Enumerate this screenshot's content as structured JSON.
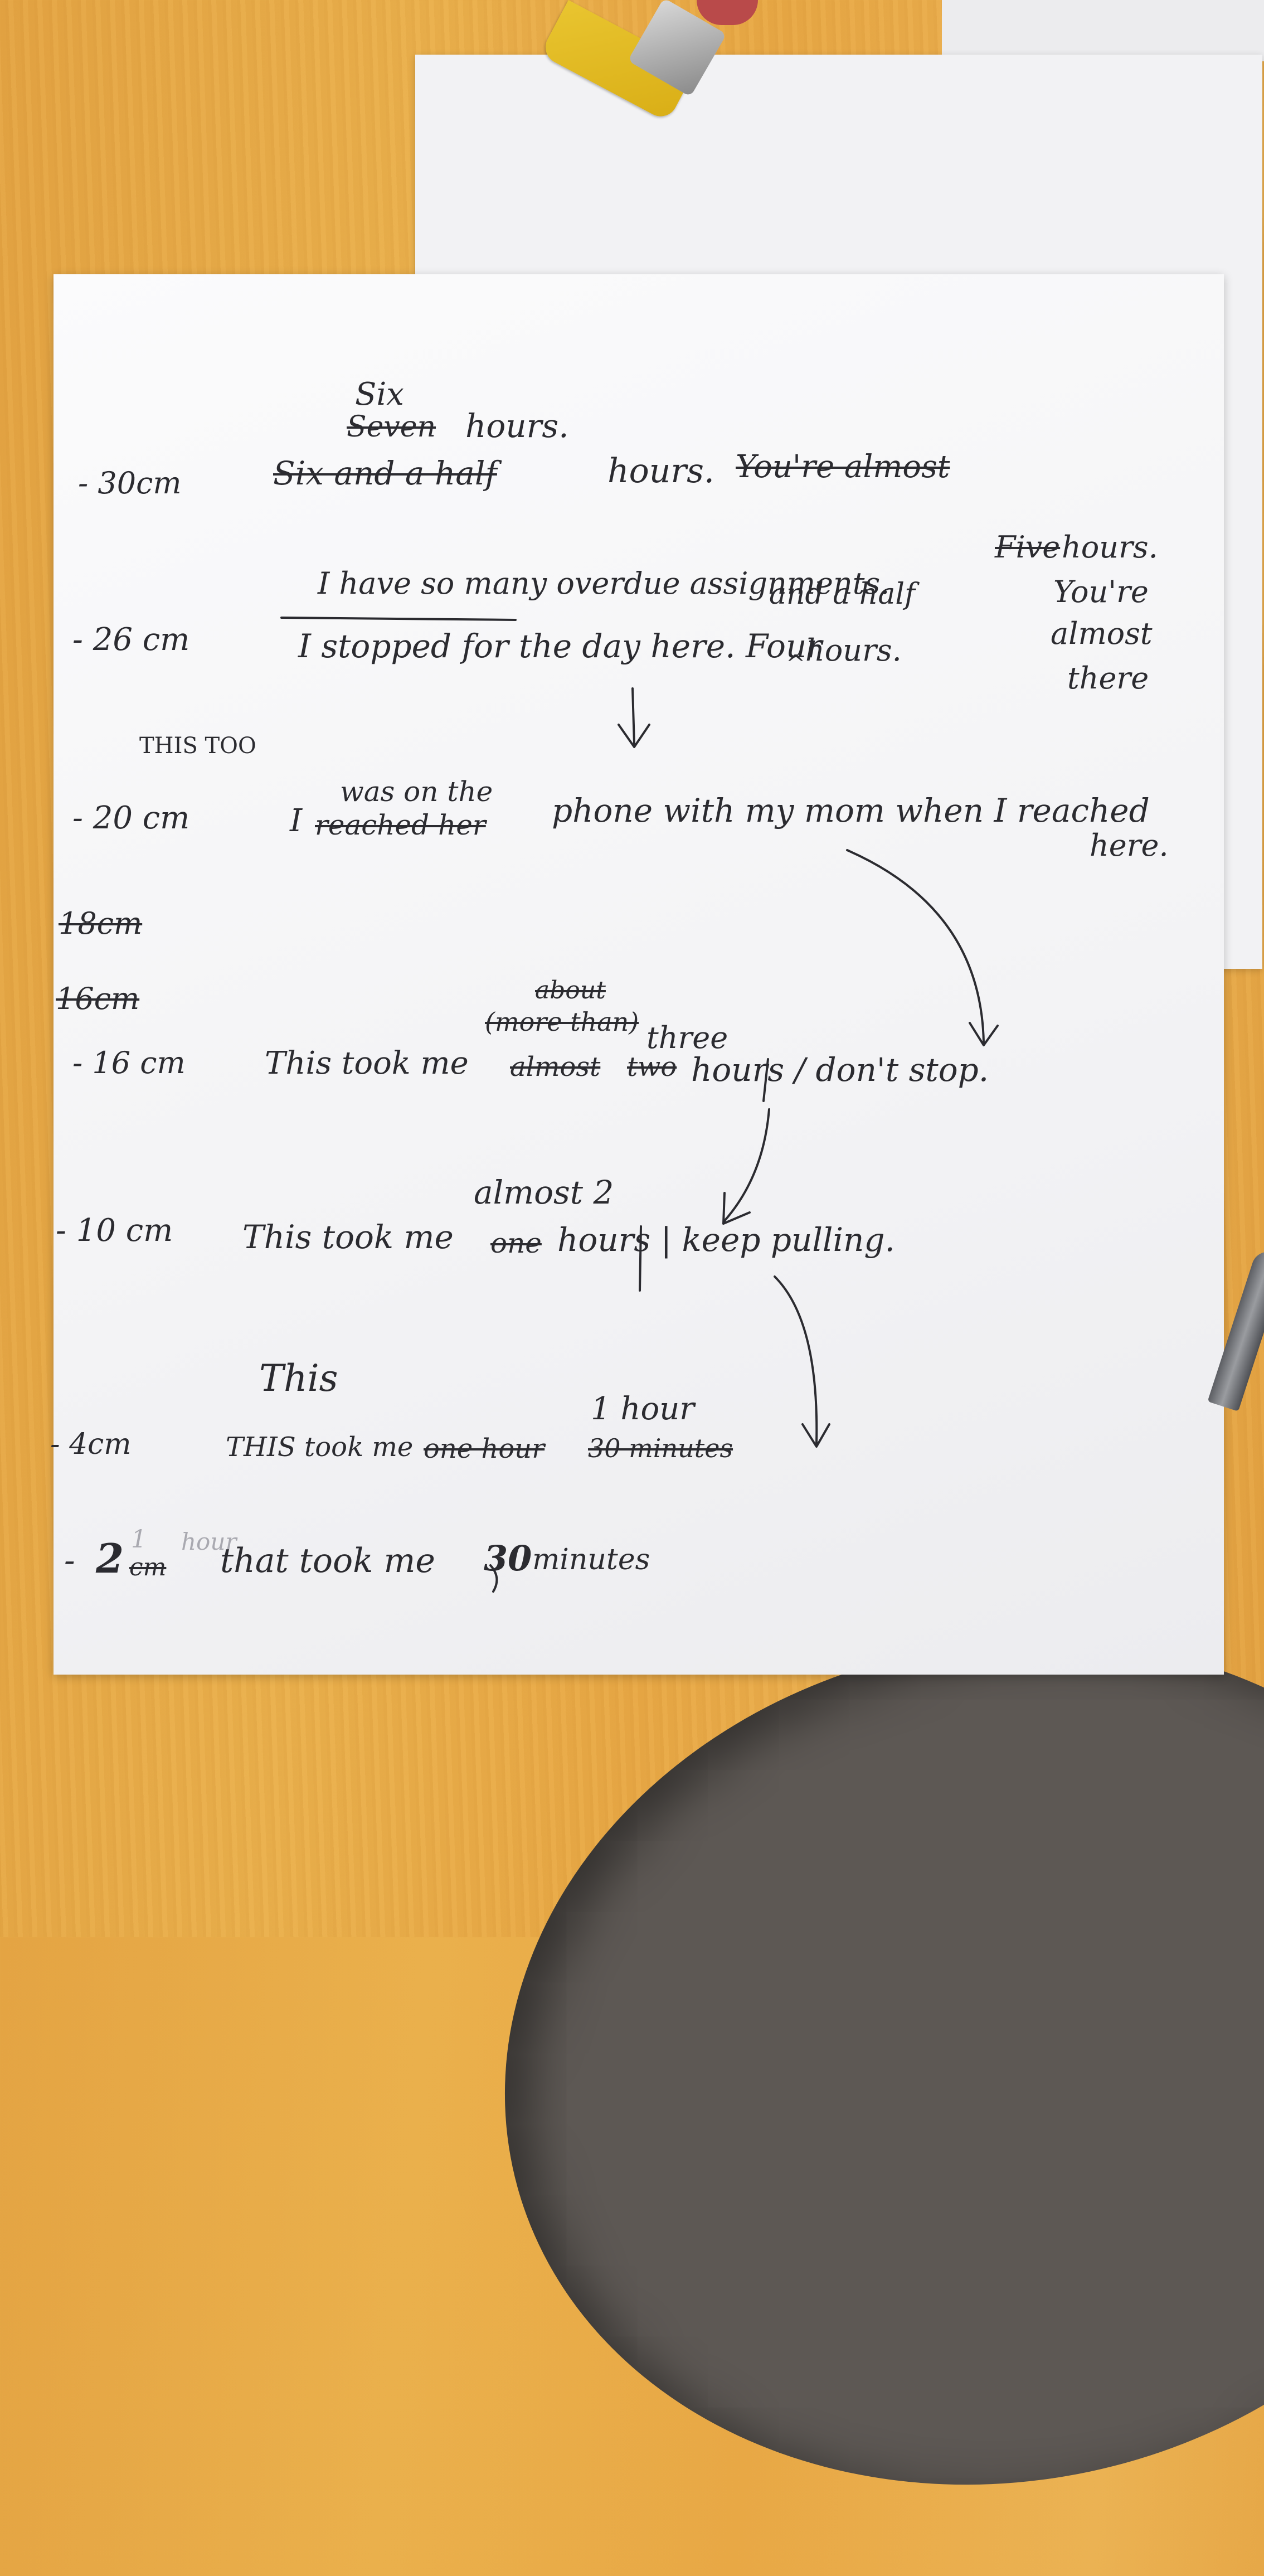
{
  "notes": {
    "line_30": {
      "mark": "- 30cm",
      "insert": "Six",
      "struck_top": "Seven",
      "top_rest": "hours.",
      "struck_a": "Six and a half",
      "rest": "hours.",
      "struck_b": "You're almost"
    },
    "line_26": {
      "mark": "- 26 cm",
      "top": "I have so many overdue assignments.",
      "struck_five": "Five",
      "top_hours": "hours.",
      "main": "I stopped for the day here. Four",
      "caret": "^",
      "main_hours": "hours.",
      "insert": "and a half",
      "side_1": "You're",
      "side_2": "almost",
      "side_3": "there"
    },
    "this_too": "THIS TOO",
    "line_20": {
      "mark": "- 20 cm",
      "start": "I",
      "insert": "was on the",
      "struck": "reached her",
      "main": "phone with my mom when I reached",
      "end": "here."
    },
    "struck_18": "18cm",
    "struck_16b": "16cm",
    "line_16": {
      "mark": "- 16 cm",
      "start": "This took me",
      "struck_top": "about",
      "paren": "(more than)",
      "struck_almost": "almost",
      "struck_two": "two",
      "insert": "three",
      "end": "hours / don't stop."
    },
    "line_10": {
      "mark": "- 10 cm",
      "start": "This took me",
      "insert": "almost 2",
      "struck": "one",
      "end": "hours | keep pulling."
    },
    "line_4": {
      "mark": "- 4cm",
      "insert": "This",
      "start": "THIS took me",
      "struck_a": "one hour",
      "insert_b": "1 hour",
      "struck_b": "30 minutes"
    },
    "line_2": {
      "mark_dash": "-",
      "mark_num": "2",
      "faint_a": "1",
      "struck_cm": "cm",
      "faint_b": "hour",
      "start": "that took me",
      "num": "30",
      "end": "minutes"
    }
  },
  "colors": {
    "ink": "#2b2b30",
    "paper": "#f7f7f9",
    "table": "#e8a845"
  }
}
